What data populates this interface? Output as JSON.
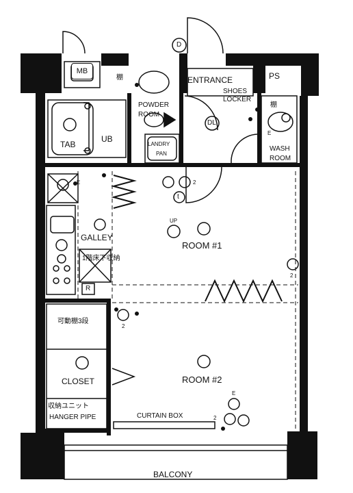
{
  "labels": {
    "mb": "MB",
    "shelf_top": "棚",
    "entrance": "ENTRANCE",
    "ps": "PS",
    "shoes_locker_1": "SHOES",
    "shoes_locker_2": "LOCKER",
    "shelf_right": "棚",
    "powder_1": "POWDER",
    "powder_2": "ROOM",
    "dl": "DL",
    "wash_1": "WASH",
    "wash_2": "ROOM",
    "laundry_1": "LANDRY",
    "laundry_2": "PAN",
    "ub": "UB",
    "tab": "TAB",
    "galley": "GALLEY",
    "storage_under": "1階床下収納",
    "r": "R",
    "up": "UP",
    "room1": "ROOM #1",
    "shelf3": "可動棚3段",
    "closet": "CLOSET",
    "storage_unit": "収納ユニット",
    "hanger_pipe": "HANGER PIPE",
    "room2": "ROOM #2",
    "curtain_box": "CURTAIN BOX",
    "balcony": "BALCONY",
    "d": "D",
    "t": "t",
    "num2": "2",
    "e": "E"
  }
}
